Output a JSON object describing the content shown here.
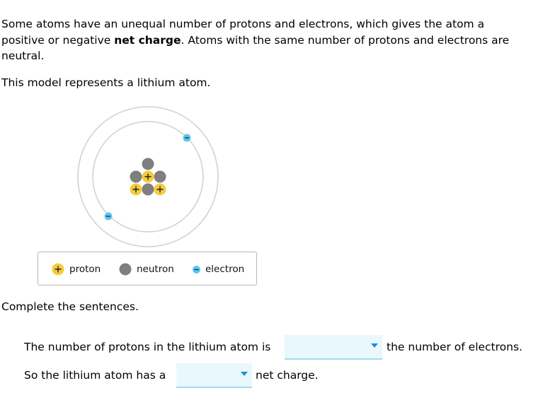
{
  "intro": {
    "line1": "Some atoms have an unequal number of protons and electrons, which gives the atom a",
    "line2_before": "positive or negative ",
    "line2_bold": "net charge",
    "line2_after": ". Atoms with the same number of protons and electrons are",
    "line3": "neutral."
  },
  "model_caption": "This model represents a lithium atom.",
  "atom": {
    "protons": 3,
    "neutrons": 4,
    "electrons": 2,
    "colors": {
      "proton": "#f5cc3f",
      "neutron": "#7f7f7f",
      "electron": "#5bc6ef",
      "orbit": "#d0d0d0"
    }
  },
  "legend": {
    "proton": "proton",
    "neutron": "neutron",
    "electron": "electron"
  },
  "complete_prompt": "Complete the sentences.",
  "sentence1": {
    "before": "The number of protons in the lithium atom is",
    "after": "the number of electrons.",
    "selected": ""
  },
  "sentence2": {
    "before": "So the lithium atom has a",
    "after": "net charge.",
    "selected": ""
  }
}
